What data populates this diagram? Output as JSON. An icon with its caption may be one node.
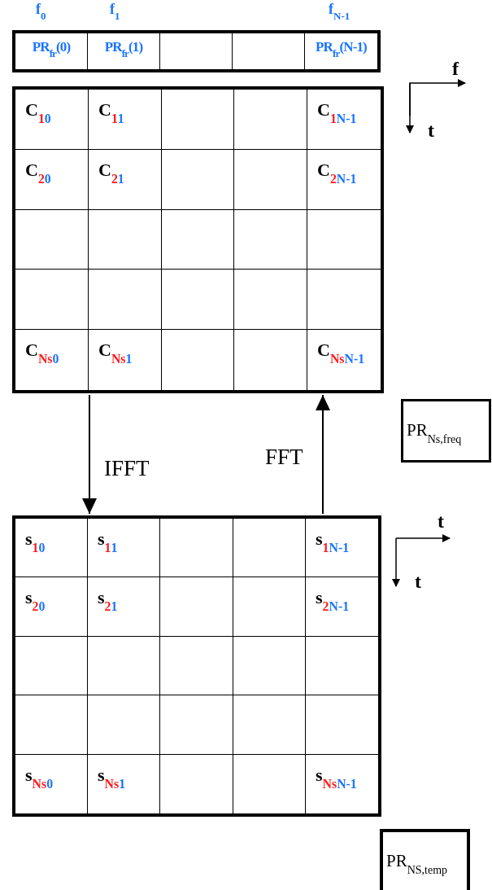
{
  "diagram": {
    "nodes": [
      {
        "text": [],
        "shape": "box"
      },
      {
        "text": [
          "PR$_{fr}$(0)"
        ],
        "in": 0
      },
      {
        "text": [
          "PR$_{fr}$(1)"
        ],
        "in": 0
      },
      {
        "text": [],
        "shape": "box",
        "in": 0
      },
      {
        "text": [],
        "shape": "box",
        "in": 0
      },
      {
        "text": [
          "PR$_{fr}$(N-1)"
        ],
        "in": 0
      },
      {
        "text": [],
        "shape": "box"
      },
      {
        "text": [
          "C$_{1}$$_{0}$"
        ],
        "in": 6
      },
      {
        "text": [
          "C$_{1}$$_{1}$"
        ],
        "in": 6
      },
      {
        "text": [],
        "shape": "box",
        "in": 6
      },
      {
        "text": [],
        "shape": "box",
        "in": 6
      },
      {
        "text": [
          "C$_{1}$$_{N-1}$"
        ],
        "in": 6
      },
      {
        "text": [
          "C$_{2}$$_{0}$"
        ],
        "in": 6
      },
      {
        "text": [
          "C$_{2}$$_{1}$"
        ],
        "in": 6
      },
      {
        "text": [],
        "shape": "box",
        "in": 6
      },
      {
        "text": [],
        "shape": "box",
        "in": 6
      },
      {
        "text": [
          "C$_{2}$$_{N-1}$"
        ],
        "in": 6
      },
      {
        "text": [],
        "shape": "box",
        "in": 6
      },
      {
        "text": [],
        "shape": "box",
        "in": 6
      },
      {
        "text": [],
        "shape": "box",
        "in": 6
      },
      {
        "text": [],
        "shape": "box",
        "in": 6
      },
      {
        "text": [],
        "shape": "box",
        "in": 6
      },
      {
        "text": [],
        "shape": "box",
        "in": 6
      },
      {
        "text": [],
        "shape": "box",
        "in": 6
      },
      {
        "text": [],
        "shape": "box",
        "in": 6
      },
      {
        "text": [],
        "shape": "box",
        "in": 6
      },
      {
        "text": [],
        "shape": "box",
        "in": 6
      },
      {
        "text": [
          "C$_{Ns}$$_{0}$"
        ],
        "in": 6
      },
      {
        "text": [
          "C$_{Ns}$$_{1}$"
        ],
        "in": 6
      },
      {
        "text": [],
        "shape": "box",
        "in": 6
      },
      {
        "text": [],
        "shape": "box",
        "in": 6
      },
      {
        "text": [
          "C$_{Ns}$$_{N-1}$"
        ],
        "in": 6
      },
      {
        "text": [],
        "shape": "box"
      },
      {
        "text": [
          "s$_{1}$$_{0}$"
        ],
        "in": 32
      },
      {
        "text": [
          "s$_{1}$$_{1}$"
        ],
        "in": 32
      },
      {
        "text": [],
        "shape": "box",
        "in": 32
      },
      {
        "text": [],
        "shape": "box",
        "in": 32
      },
      {
        "text": [
          "s$_{1}$$_{N-1}$"
        ],
        "in": 32
      },
      {
        "text": [
          "s$_{2}$$_{0}$"
        ],
        "in": 32
      },
      {
        "text": [
          "s$_{2}$$_{1}$"
        ],
        "in": 32
      },
      {
        "text": [],
        "shape": "box",
        "in": 32
      },
      {
        "text": [],
        "shape": "box",
        "in": 32
      },
      {
        "text": [
          "s$_{2}$$_{N-1}$"
        ],
        "in": 32
      },
      {
        "text": [],
        "shape": "box",
        "in": 32
      },
      {
        "text": [],
        "shape": "box",
        "in": 32
      },
      {
        "text": [],
        "shape": "box",
        "in": 32
      },
      {
        "text": [],
        "shape": "box",
        "in": 32
      },
      {
        "text": [],
        "shape": "box",
        "in": 32
      },
      {
        "text": [],
        "shape": "box",
        "in": 32
      },
      {
        "text": [],
        "shape": "box",
        "in": 32
      },
      {
        "text": [],
        "shape": "box",
        "in": 32
      },
      {
        "text": [],
        "shape": "box",
        "in": 32
      },
      {
        "text": [],
        "shape": "box",
        "in": 32
      },
      {
        "text": [
          "s$_{Ns}$$_{0}$"
        ],
        "in": 32
      },
      {
        "text": [
          "s$_{Ns}$$_{1}$"
        ],
        "in": 32
      },
      {
        "text": [],
        "shape": "box",
        "in": 32
      },
      {
        "text": [],
        "shape": "box",
        "in": 32
      },
      {
        "text": [
          "s$_{Ns}$$_{N-1}$"
        ],
        "in": 32
      },
      {
        "text": [
          "PR$_{Ns,freq}$"
        ]
      },
      {
        "text": [
          "PR$_{NS,temp}$"
        ]
      }
    ],
    "edges": [
      {
        "from": 6,
        "to": 32,
        "arrow": "to",
        "label": "IFFT"
      },
      {
        "from": 32,
        "to": 6,
        "arrow": "to",
        "label": "FFT"
      }
    ],
    "labels": [
      "f$_{0}$",
      "f$_{1}$",
      "f$_{N-1}$",
      "f",
      "t",
      "t",
      "t"
    ]
  }
}
